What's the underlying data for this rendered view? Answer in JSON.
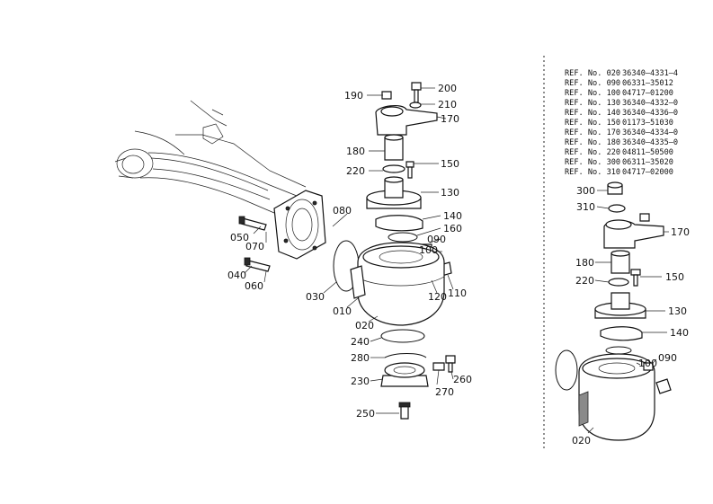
{
  "callouts_main": [
    "190",
    "200",
    "210",
    "170",
    "180",
    "220",
    "150",
    "130",
    "080",
    "140",
    "160",
    "050",
    "070",
    "090",
    "100",
    "040",
    "060",
    "030",
    "010",
    "020",
    "120",
    "110",
    "240",
    "280",
    "230",
    "270",
    "260",
    "250"
  ],
  "callouts_inset": [
    "300",
    "310",
    "170",
    "180",
    "150",
    "220",
    "130",
    "140",
    "090",
    "100",
    "020"
  ],
  "ref_table": [
    {
      "prefix": "REF. No. 020",
      "part": "36340—4331—4"
    },
    {
      "prefix": "REF. No. 090",
      "part": "06331—35012"
    },
    {
      "prefix": "REF. No. 100",
      "part": "04717—01200"
    },
    {
      "prefix": "REF. No. 130",
      "part": "36340—4332—0"
    },
    {
      "prefix": "REF. No. 140",
      "part": "36340—4336—0"
    },
    {
      "prefix": "REF. No. 150",
      "part": "01173—51030"
    },
    {
      "prefix": "REF. No. 170",
      "part": "36340—4334—0"
    },
    {
      "prefix": "REF. No. 180",
      "part": "36340—4335—0"
    },
    {
      "prefix": "REF. No. 220",
      "part": "04811—50500"
    },
    {
      "prefix": "REF. No. 300",
      "part": "06311—35020"
    },
    {
      "prefix": "REF. No. 310",
      "part": "04717—02000"
    }
  ]
}
